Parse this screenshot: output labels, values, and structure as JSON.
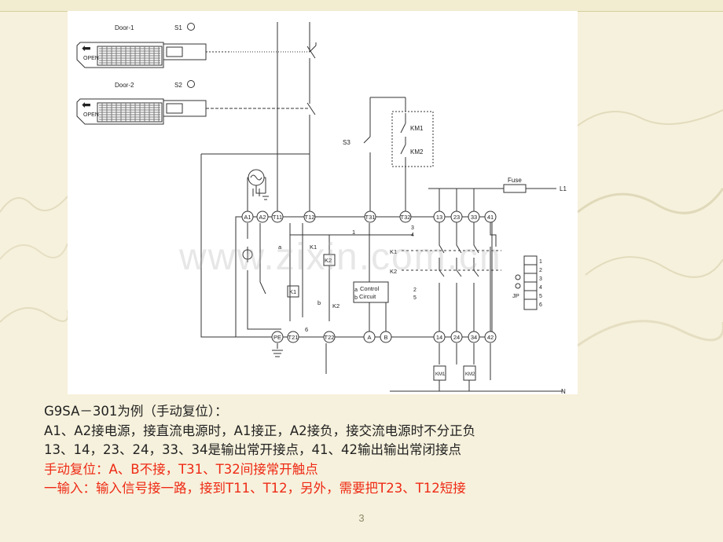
{
  "slide": {
    "page_number": "3",
    "watermark": "www.zixin.com.cn"
  },
  "diagram": {
    "doors": [
      {
        "name": "Door-1",
        "switch": "S1",
        "open": "OPEN"
      },
      {
        "name": "Door-2",
        "switch": "S2",
        "open": "OPEN"
      }
    ],
    "s3": "S3",
    "km1": "KM1",
    "km2": "KM2",
    "fuse": "Fuse",
    "l1": "L1",
    "n": "N",
    "top_terminals": [
      "A1",
      "A2",
      "T11",
      "T31",
      "T32",
      "13",
      "23",
      "33",
      "41"
    ],
    "bottom_terminals": [
      "PE",
      "T21",
      "T22",
      "A",
      "B",
      "14",
      "24",
      "34",
      "42"
    ],
    "internal": {
      "k1": "K1",
      "k2": "K2",
      "a": "a",
      "b": "b",
      "num1": "1",
      "num6": "6",
      "control1": "Control",
      "control2": "Circuit",
      "out2": "2",
      "out5": "5",
      "out3": "3",
      "out4": "4",
      "jp": "JP",
      "jp_labels": [
        "1",
        "2",
        "3",
        "4",
        "5",
        "6"
      ]
    }
  },
  "caption": {
    "line1": "G9SA－301为例（手动复位）：",
    "line2": "A1、A2接电源，接直流电源时，A1接正，A2接负，接交流电源时不分正负",
    "line3": "13、14，23、24，33、34是输出常开接点，41、42输出输出常闭接点",
    "line4": "手动复位：A、B不接，T31、T32间接常开触点",
    "line5": "一输入：输入信号接一路，接到T11、T12，另外，需要把T23、T12短接"
  },
  "colors": {
    "black_text": "#222222",
    "red_text": "#ee2a15",
    "background": "#f6f1dc"
  }
}
